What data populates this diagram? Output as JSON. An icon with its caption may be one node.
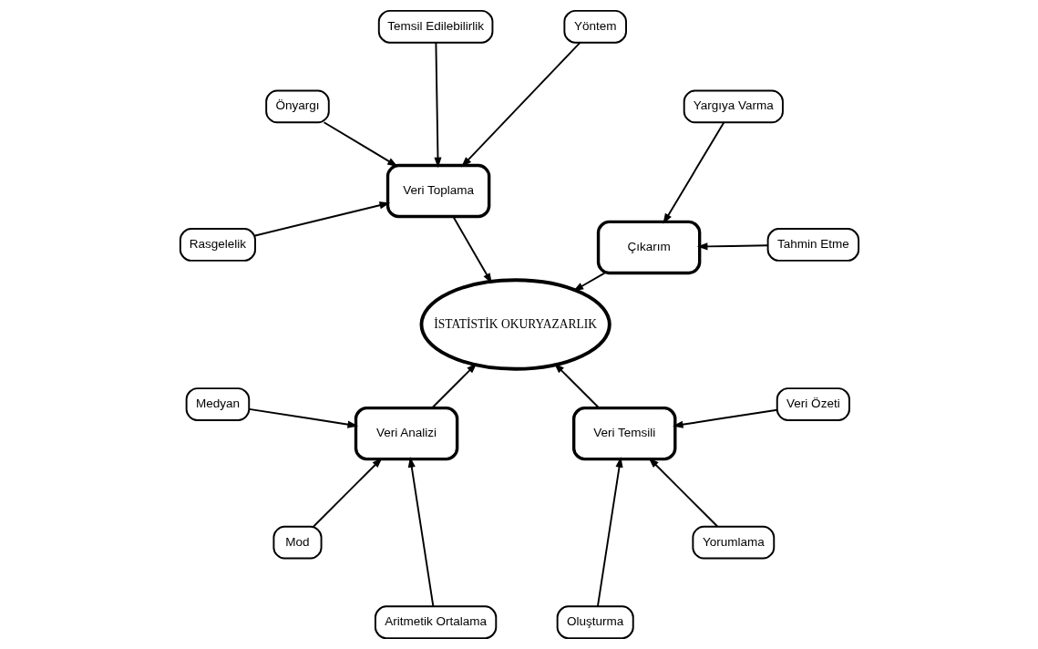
{
  "diagram": {
    "nodes": [
      {
        "text": [
          "İSTATİSTİK OKURYAZARLIK"
        ]
      },
      {
        "text": [
          "Çıkarım"
        ]
      },
      {
        "text": [
          "Tahmin Etme"
        ]
      },
      {
        "text": [
          "Yargıya Varma"
        ]
      },
      {
        "text": [
          "Veri Toplama"
        ]
      },
      {
        "text": [
          "Yöntem"
        ]
      },
      {
        "text": [
          "Temsil Edilebilirlik"
        ]
      },
      {
        "text": [
          "Önyargı"
        ]
      },
      {
        "text": [
          "Rasgelelik"
        ]
      },
      {
        "text": [
          "Veri Analizi"
        ]
      },
      {
        "text": [
          "Medyan"
        ]
      },
      {
        "text": [
          "Mod"
        ]
      },
      {
        "text": [
          "Aritmetik Ortalama"
        ]
      },
      {
        "text": [
          "Veri Temsili"
        ]
      },
      {
        "text": [
          "Oluşturma"
        ]
      },
      {
        "text": [
          "Yorumlama"
        ]
      },
      {
        "text": [
          "Veri Özeti"
        ]
      }
    ],
    "edges": [
      {
        "from": 1,
        "to": 0,
        "arrow": "to"
      },
      {
        "from": 4,
        "to": 0,
        "arrow": "to"
      },
      {
        "from": 9,
        "to": 0,
        "arrow": "to"
      },
      {
        "from": 13,
        "to": 0,
        "arrow": "to"
      },
      {
        "from": 2,
        "to": 1,
        "arrow": "to"
      },
      {
        "from": 3,
        "to": 1,
        "arrow": "to"
      },
      {
        "from": 5,
        "to": 4,
        "arrow": "to"
      },
      {
        "from": 6,
        "to": 4,
        "arrow": "to"
      },
      {
        "from": 7,
        "to": 4,
        "arrow": "to"
      },
      {
        "from": 8,
        "to": 4,
        "arrow": "to"
      },
      {
        "from": 10,
        "to": 9,
        "arrow": "to"
      },
      {
        "from": 11,
        "to": 9,
        "arrow": "to"
      },
      {
        "from": 12,
        "to": 9,
        "arrow": "to"
      },
      {
        "from": 14,
        "to": 13,
        "arrow": "to"
      },
      {
        "from": 15,
        "to": 13,
        "arrow": "to"
      },
      {
        "from": 16,
        "to": 13,
        "arrow": "to"
      }
    ]
  }
}
